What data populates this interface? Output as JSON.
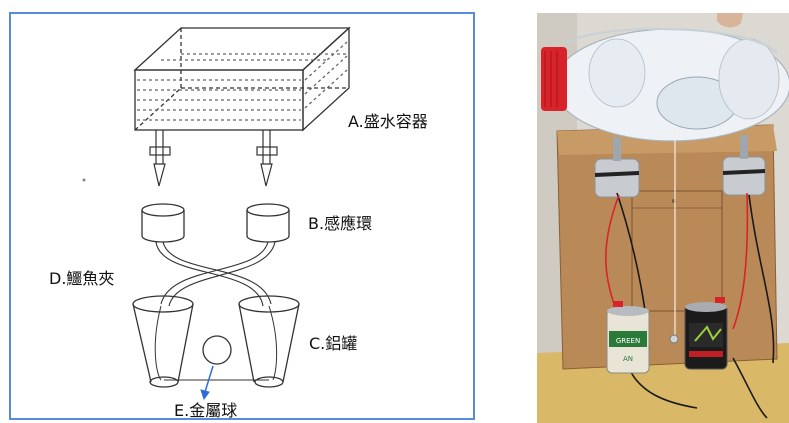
{
  "diagram": {
    "labels": {
      "container": "A.盛水容器",
      "ring": "B.感應環",
      "can": "C.鋁罐",
      "clip": "D.鱷魚夾",
      "ball": "E.金屬球"
    }
  },
  "photo": {
    "can_left_text": "GREEN",
    "can_left_text2": "AN"
  },
  "colors": {
    "frame": "#5b8ad6",
    "line": "#333333",
    "cardboard": "#b98a58",
    "wire_red": "#d8232a",
    "wire_black": "#1a1a1a"
  }
}
